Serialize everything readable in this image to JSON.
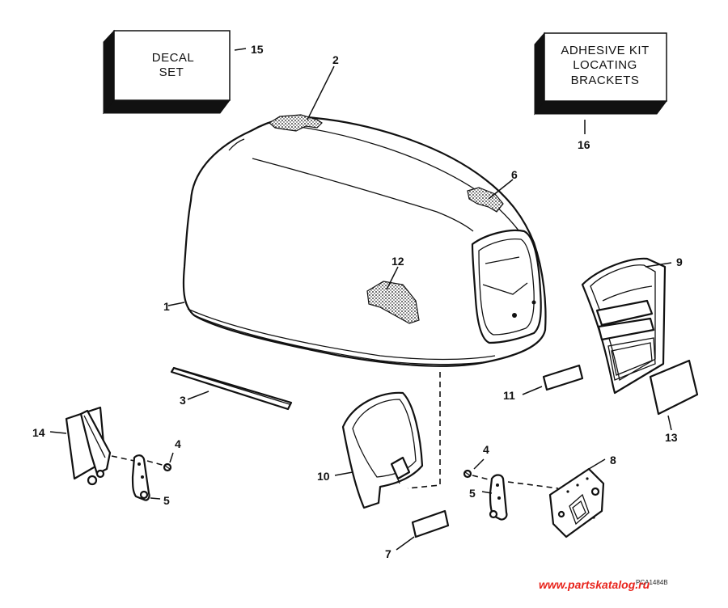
{
  "boxes": {
    "decal_set": [
      "DECAL",
      "SET"
    ],
    "adhesive_kit": [
      "ADHESIVE KIT",
      "LOCATING",
      "BRACKETS"
    ]
  },
  "callouts": {
    "c1": "1",
    "c2": "2",
    "c3": "3",
    "c4a": "4",
    "c4b": "4",
    "c5a": "5",
    "c5b": "5",
    "c6": "6",
    "c7": "7",
    "c8": "8",
    "c9": "9",
    "c10": "10",
    "c11": "11",
    "c12": "12",
    "c13": "13",
    "c14": "14",
    "c15": "15",
    "c16": "16"
  },
  "drawing_code": "PCA1484B",
  "watermark": "www.partskatalog.ru",
  "colors": {
    "watermark": "#e8241c",
    "ink": "#111111"
  }
}
